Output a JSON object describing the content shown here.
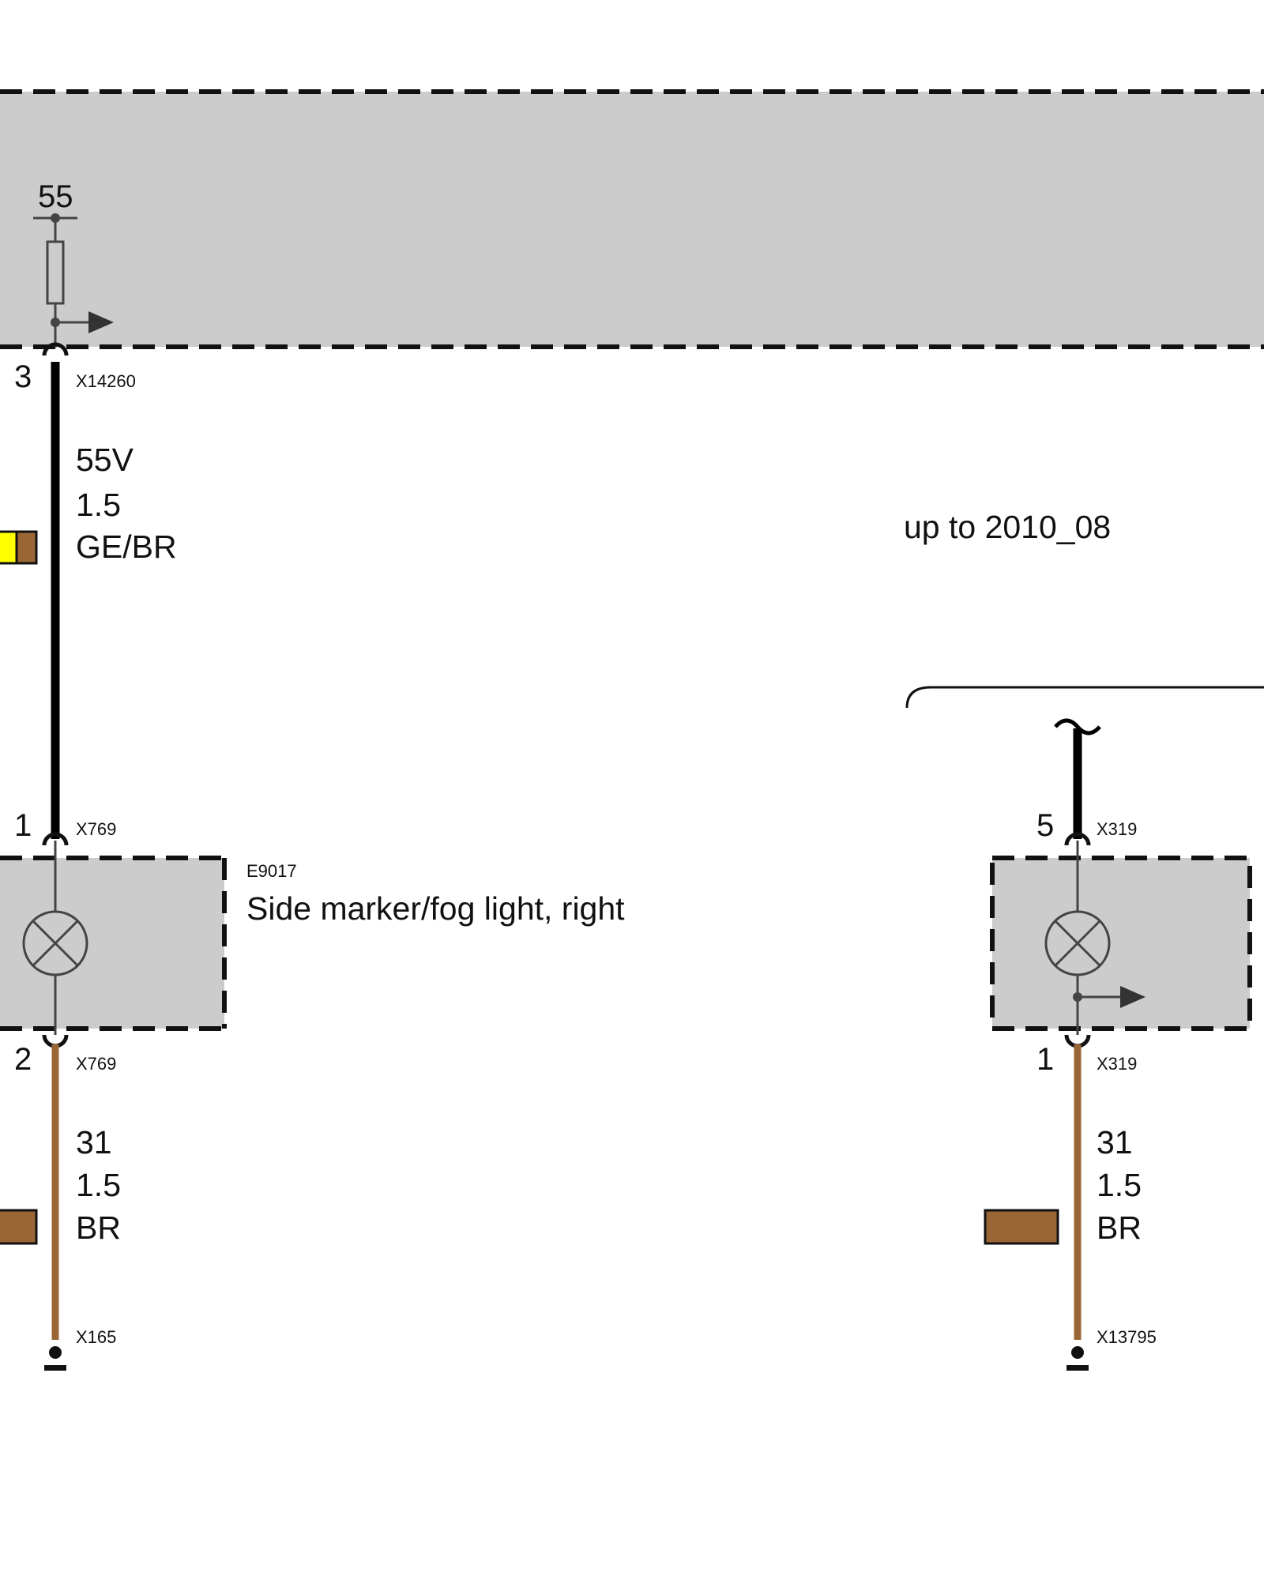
{
  "colors": {
    "module_fill": "#cccccc",
    "wire_black": "#000000",
    "wire_brown": "#9b6635",
    "wire_yellow": "#ffff00",
    "outline": "#111111",
    "component_line": "#444444"
  },
  "top_module": {
    "terminal": "55",
    "pin": "3",
    "connector": "X14260"
  },
  "wire_55v": {
    "signal": "55V",
    "size": "1.5",
    "color_code": "GE/BR"
  },
  "variant_note": "up to 2010_08",
  "lamp_left": {
    "id": "E9017",
    "name": "Side marker/fog light, right",
    "pin_top": "1",
    "connector_top": "X769",
    "pin_bottom": "2",
    "connector_bottom": "X769"
  },
  "ground_left": {
    "signal": "31",
    "size": "1.5",
    "color_code": "BR",
    "ground_point": "X165"
  },
  "lamp_right": {
    "pin_top": "5",
    "connector_top": "X319",
    "pin_bottom": "1",
    "connector_bottom": "X319"
  },
  "ground_right": {
    "signal": "31",
    "size": "1.5",
    "color_code": "BR",
    "ground_point": "X13795"
  }
}
